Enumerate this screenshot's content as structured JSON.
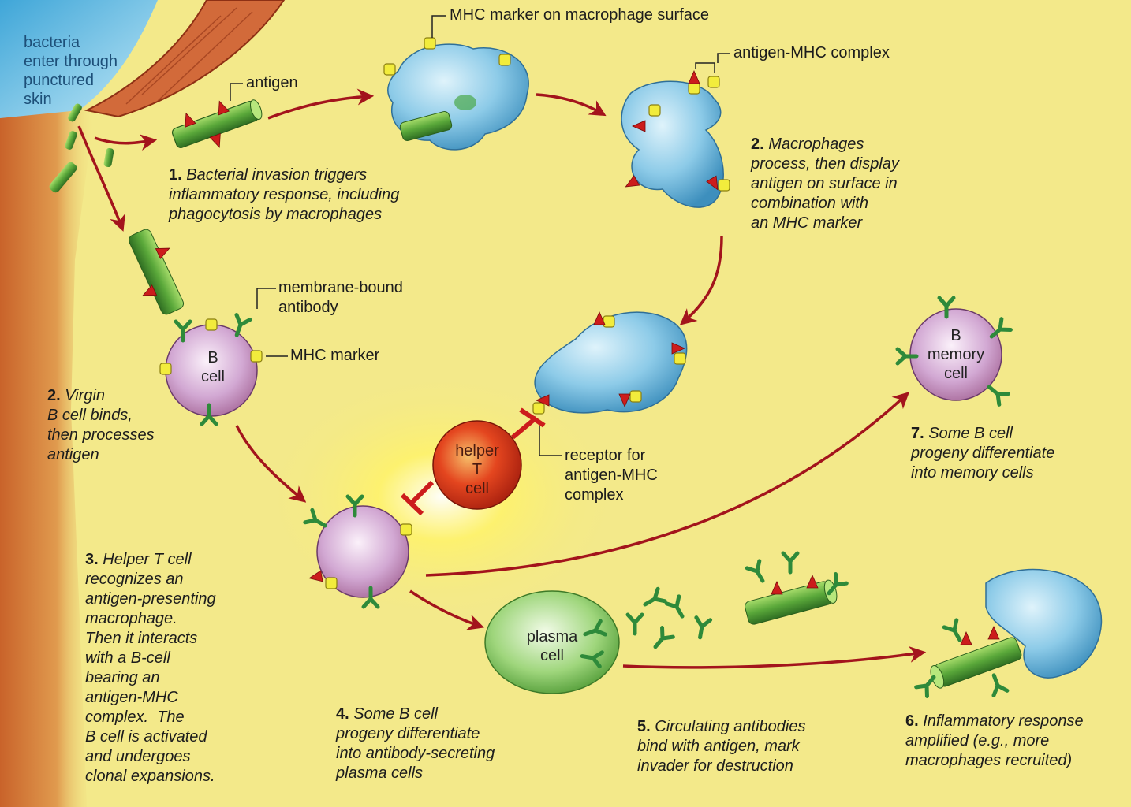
{
  "entry_text": "bacteria\nenter through\npunctured\nskin",
  "labels": {
    "mhc_marker_macrophage": "MHC marker on macrophage surface",
    "antigen_mhc_complex": "antigen-MHC complex",
    "antigen": "antigen",
    "membrane_bound_antibody": "membrane-bound\nantibody",
    "mhc_marker": "MHC marker",
    "receptor": "receptor for\nantigen-MHC\ncomplex"
  },
  "cells": {
    "b_cell": "B\ncell",
    "helper_t_cell": "helper\nT\ncell",
    "b_memory_cell": "B\nmemory\ncell",
    "plasma_cell": "plasma\ncell"
  },
  "steps": [
    {
      "num": "1.",
      "text": "Bacterial invasion triggers\ninflammatory response, including\nphagocytosis by macrophages"
    },
    {
      "num": "2.",
      "text": "Macrophages\nprocess, then display\nantigen on surface in\ncombination with\nan MHC marker"
    },
    {
      "num": "2.",
      "text": "Virgin\nB cell binds,\nthen processes\nantigen"
    },
    {
      "num": "3.",
      "text": "Helper T cell\nrecognizes an\nantigen-presenting\nmacrophage.\nThen it interacts\nwith a B-cell\nbearing an\nantigen-MHC\ncomplex.  The\nB cell is activated\nand undergoes\nclonal expansions."
    },
    {
      "num": "4.",
      "text": "Some B cell\nprogeny differentiate\ninto antibody-secreting\nplasma cells"
    },
    {
      "num": "5.",
      "text": "Circulating antibodies\nbind with antigen, mark\ninvader for destruction"
    },
    {
      "num": "6.",
      "text": "Inflammatory response\namplified (e.g., more\nmacrophages recruited)"
    },
    {
      "num": "7.",
      "text": "Some B cell\nprogeny differentiate\ninto memory cells"
    }
  ],
  "colors": {
    "background": "#f3e98a",
    "skin": "#d9823a",
    "arrow": "#a3141c",
    "macrophage": "#6fb8dc",
    "b_cell": "#cf9fce",
    "helper_t": "#d83a1c",
    "plasma": "#8fcf6c",
    "antigen_rod": "#5aa83a",
    "antibody": "#2e8a3a",
    "mhc": "#f2ec3c",
    "spike": "#cc1c1c"
  }
}
